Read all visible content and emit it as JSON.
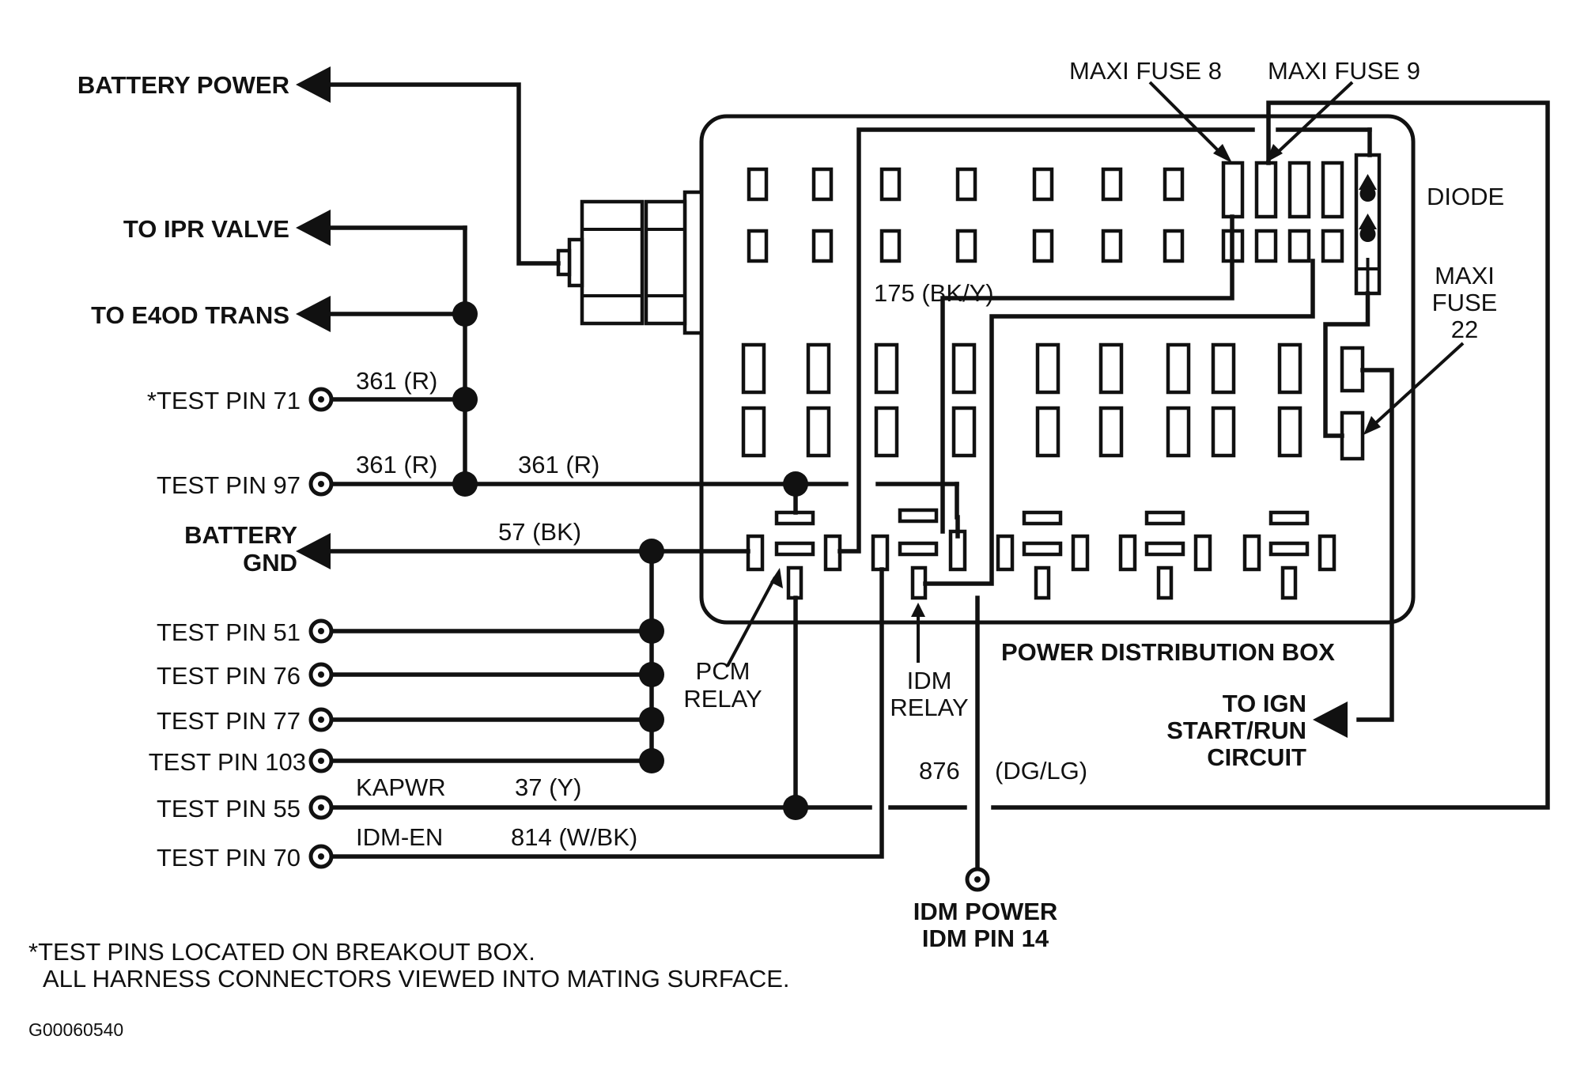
{
  "colors": {
    "ink": "#111111",
    "background": "#ffffff"
  },
  "outputs": {
    "battery_power": "BATTERY POWER",
    "ipr_valve": "TO IPR VALVE",
    "e4od_trans": "TO E4OD TRANS",
    "battery_gnd_line1": "BATTERY",
    "battery_gnd_line2": "GND",
    "ign_line1": "TO IGN",
    "ign_line2": "START/RUN",
    "ign_line3": "CIRCUIT",
    "idm_power_line1": "IDM POWER",
    "idm_power_line2": "IDM PIN 14"
  },
  "test_pins": [
    "*TEST PIN 71",
    "TEST PIN 97",
    "TEST PIN 51",
    "TEST PIN 76",
    "TEST PIN 77",
    "TEST PIN 103",
    "TEST PIN 55",
    "TEST PIN 70"
  ],
  "wires": {
    "w361_a": "361 (R)",
    "w361_b": "361 (R)",
    "w361_c": "361 (R)",
    "w57": "57 (BK)",
    "kapwr_name": "KAPWR",
    "w37": "37 (Y)",
    "idm_en_name": "IDM-EN",
    "w814": "814 (W/BK)",
    "w876_num": "876",
    "w876_color": "(DG/LG)",
    "w175": "175 (BK/Y)"
  },
  "components": {
    "maxi_fuse_8": "MAXI FUSE 8",
    "maxi_fuse_9": "MAXI FUSE 9",
    "diode": "DIODE",
    "maxi_fuse_22_line1": "MAXI",
    "maxi_fuse_22_line2": "FUSE",
    "maxi_fuse_22_line3": "22",
    "pcm_relay_line1": "PCM",
    "pcm_relay_line2": "RELAY",
    "idm_relay_line1": "IDM",
    "idm_relay_line2": "RELAY",
    "power_distribution_box": "POWER DISTRIBUTION BOX"
  },
  "notes": {
    "line1": "*TEST PINS LOCATED ON BREAKOUT BOX.",
    "line2": "ALL HARNESS CONNECTORS VIEWED INTO MATING SURFACE."
  },
  "figure_id": "G00060540"
}
